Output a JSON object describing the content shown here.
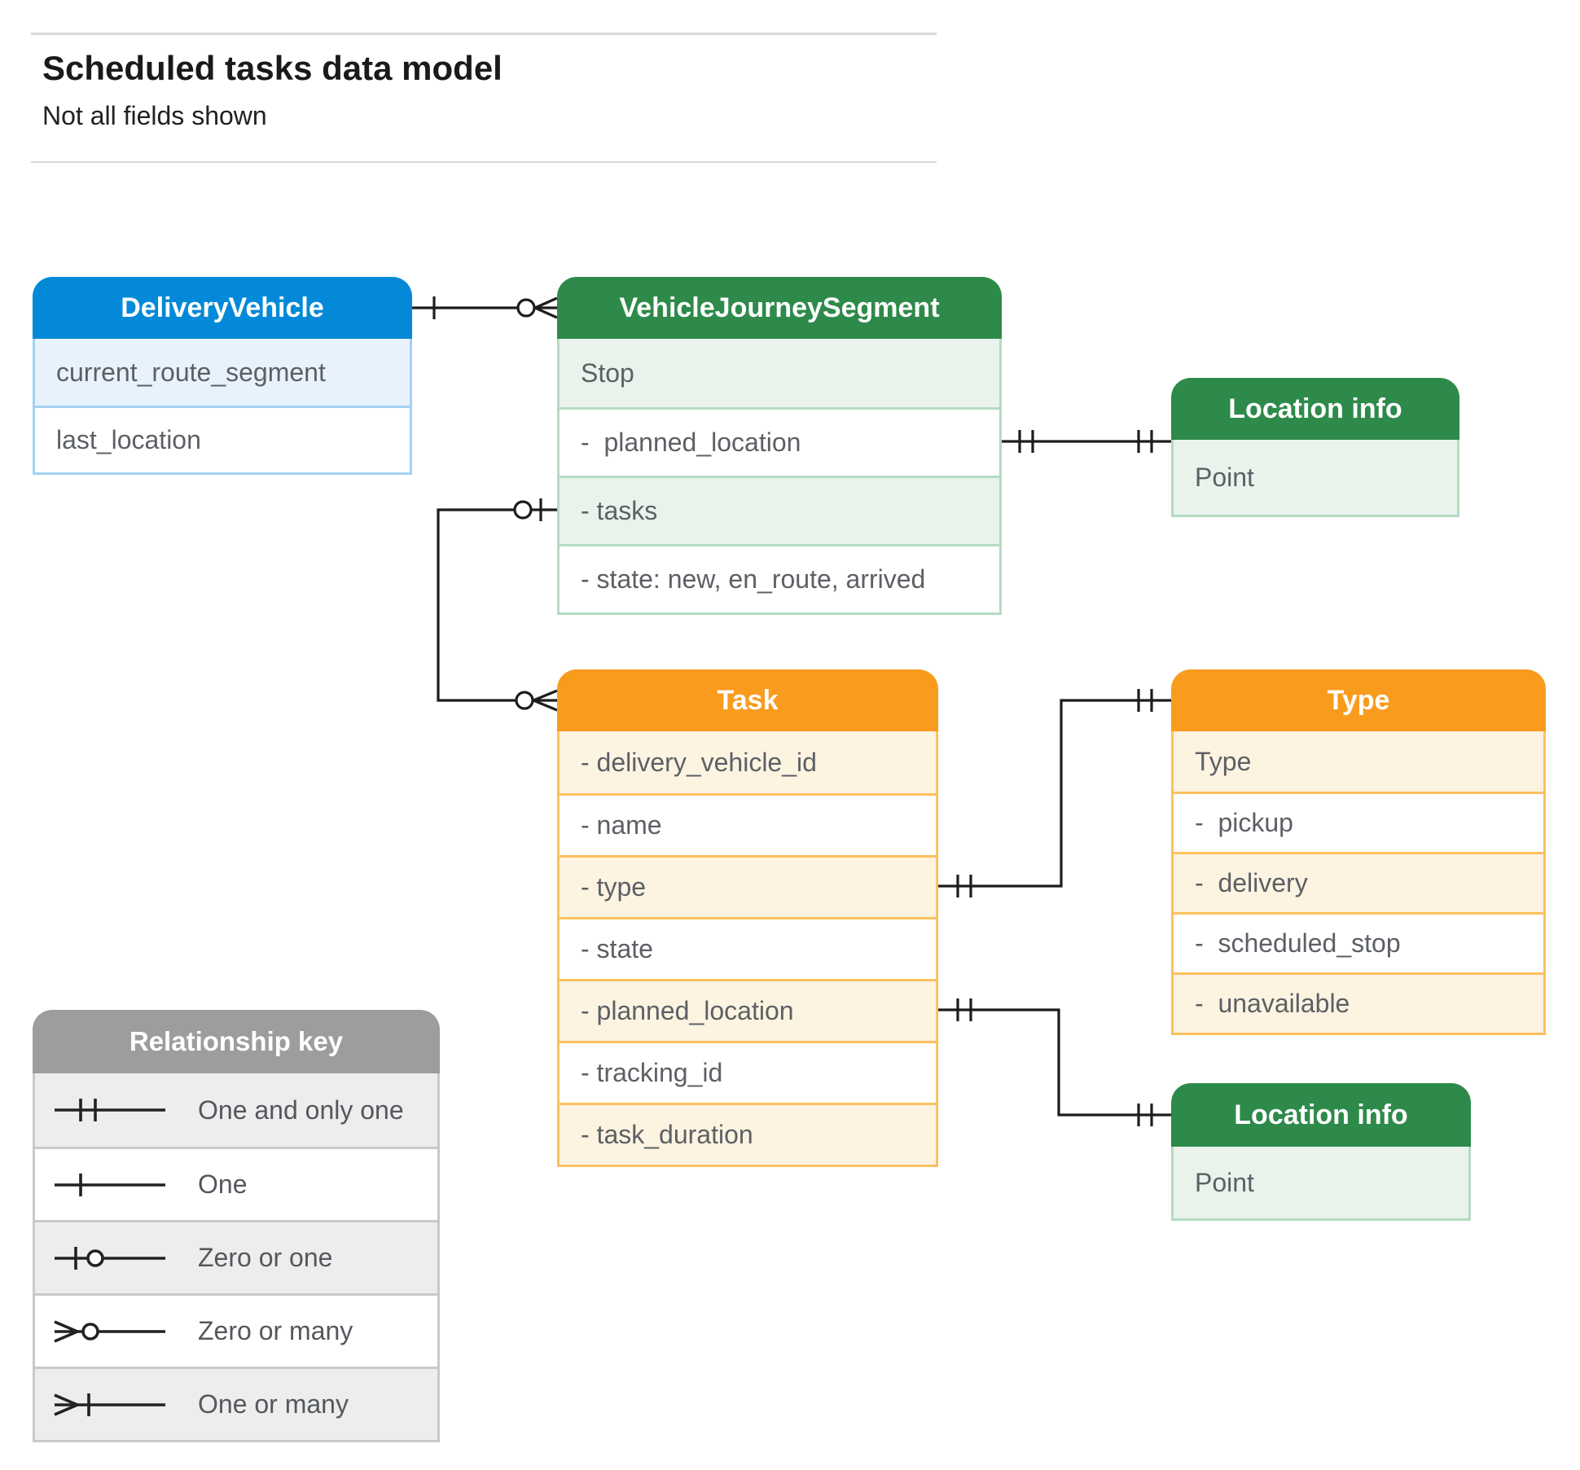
{
  "page": {
    "title": "Scheduled tasks data model",
    "subtitle": "Not all fields shown"
  },
  "entities": {
    "delivery_vehicle": {
      "title": "DeliveryVehicle",
      "rows": [
        "current_route_segment",
        "last_location"
      ]
    },
    "vehicle_journey_segment": {
      "title": "VehicleJourneySegment",
      "rows": [
        "Stop",
        "-  planned_location",
        "- tasks",
        "- state: new, en_route, arrived"
      ]
    },
    "location_info_top": {
      "title": "Location info",
      "rows": [
        "Point"
      ]
    },
    "task": {
      "title": "Task",
      "rows": [
        "- delivery_vehicle_id",
        "- name",
        "- type",
        "- state",
        "- planned_location",
        "- tracking_id",
        "- task_duration"
      ]
    },
    "type": {
      "title": "Type",
      "rows": [
        "Type",
        "-  pickup",
        "-  delivery",
        "-  scheduled_stop",
        "-  unavailable"
      ]
    },
    "location_info_bottom": {
      "title": "Location info",
      "rows": [
        "Point"
      ]
    }
  },
  "legend": {
    "title": "Relationship key",
    "items": [
      {
        "symbol": "one-and-only-one",
        "label": "One and only one"
      },
      {
        "symbol": "one",
        "label": "One"
      },
      {
        "symbol": "zero-or-one",
        "label": "Zero or one"
      },
      {
        "symbol": "zero-or-many",
        "label": "Zero or many"
      },
      {
        "symbol": "one-or-many",
        "label": "One or many"
      }
    ]
  },
  "relationships": [
    {
      "from": "DeliveryVehicle",
      "to": "VehicleJourneySegment",
      "from_cardinality": "one",
      "to_cardinality": "zero-or-many"
    },
    {
      "from": "VehicleJourneySegment.tasks",
      "to": "Task",
      "from_cardinality": "zero-or-one",
      "to_cardinality": "zero-or-many"
    },
    {
      "from": "VehicleJourneySegment.planned_location",
      "to": "Location info",
      "from_cardinality": "one-and-only-one",
      "to_cardinality": "one-and-only-one"
    },
    {
      "from": "Task.type",
      "to": "Type",
      "from_cardinality": "one-and-only-one",
      "to_cardinality": "one-and-only-one"
    },
    {
      "from": "Task.planned_location",
      "to": "Location info",
      "from_cardinality": "one-and-only-one",
      "to_cardinality": "one-and-only-one"
    }
  ],
  "colors": {
    "blue_header": "#0389d8",
    "blue_tint": "#e8f2fc",
    "green_header": "#2e8a4a",
    "green_tint": "#e9f3ec",
    "orange_header": "#f99b1d",
    "orange_tint": "#fdf3e1",
    "gray_header": "#9d9d9d",
    "gray_tint": "#ededed",
    "row_text": "#5c6065",
    "connector": "#1d1d1d"
  }
}
